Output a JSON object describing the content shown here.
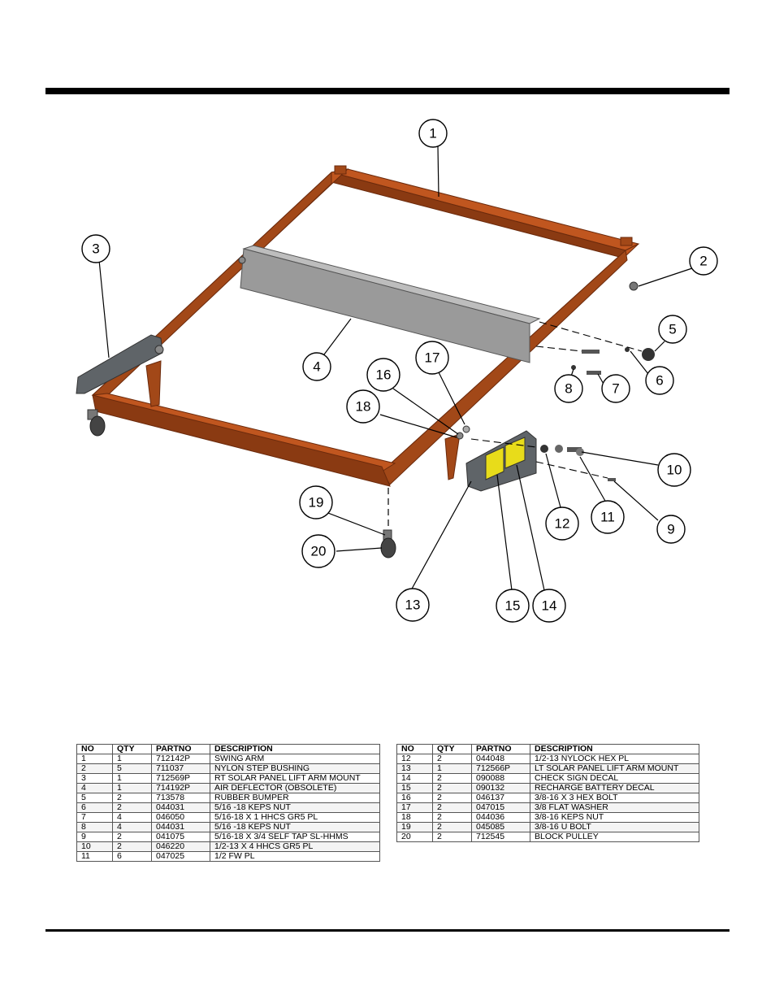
{
  "colors": {
    "frame": "#c0561f",
    "frame_dark": "#8a3a12",
    "deflector": "#9a9a9a",
    "mount": "#5f6468",
    "decal": "#e8dc1a"
  },
  "callouts": [
    "1",
    "2",
    "3",
    "4",
    "5",
    "6",
    "7",
    "8",
    "9",
    "10",
    "11",
    "12",
    "13",
    "14",
    "15",
    "16",
    "17",
    "18",
    "19",
    "20"
  ],
  "parts_table": {
    "headers": [
      "NO",
      "QTY",
      "PARTNO",
      "DESCRIPTION"
    ],
    "left_rows": [
      {
        "no": "1",
        "qty": "1",
        "partno": "712142P",
        "description": "SWING ARM"
      },
      {
        "no": "2",
        "qty": "5",
        "partno": "711037",
        "description": "NYLON STEP BUSHING"
      },
      {
        "no": "3",
        "qty": "1",
        "partno": "712569P",
        "description": "RT SOLAR PANEL LIFT ARM MOUNT"
      },
      {
        "no": "4",
        "qty": "1",
        "partno": "714192P",
        "description": "AIR DEFLECTOR (OBSOLETE)"
      },
      {
        "no": "5",
        "qty": "2",
        "partno": "713578",
        "description": "RUBBER BUMPER"
      },
      {
        "no": "6",
        "qty": "2",
        "partno": "044031",
        "description": "5/16 -18 KEPS NUT"
      },
      {
        "no": "7",
        "qty": "4",
        "partno": "046050",
        "description": "5/16-18 X 1 HHCS GR5 PL"
      },
      {
        "no": "8",
        "qty": "4",
        "partno": "044031",
        "description": "5/16 -18 KEPS NUT"
      },
      {
        "no": "9",
        "qty": "2",
        "partno": "041075",
        "description": "5/16-18 X 3/4 SELF TAP SL-HHMS"
      },
      {
        "no": "10",
        "qty": "2",
        "partno": "046220",
        "description": "1/2-13 X 4 HHCS GR5 PL"
      },
      {
        "no": "11",
        "qty": "6",
        "partno": "047025",
        "description": "1/2 FW PL"
      }
    ],
    "right_rows": [
      {
        "no": "12",
        "qty": "2",
        "partno": "044048",
        "description": "1/2-13 NYLOCK HEX PL"
      },
      {
        "no": "13",
        "qty": "1",
        "partno": "712566P",
        "description": "LT SOLAR PANEL LIFT ARM MOUNT"
      },
      {
        "no": "14",
        "qty": "2",
        "partno": "090088",
        "description": "CHECK SIGN DECAL"
      },
      {
        "no": "15",
        "qty": "2",
        "partno": "090132",
        "description": "RECHARGE BATTERY DECAL"
      },
      {
        "no": "16",
        "qty": "2",
        "partno": "046137",
        "description": "3/8-16 X 3 HEX BOLT"
      },
      {
        "no": "17",
        "qty": "2",
        "partno": "047015",
        "description": "3/8 FLAT WASHER"
      },
      {
        "no": "18",
        "qty": "2",
        "partno": "044036",
        "description": "3/8-16 KEPS NUT"
      },
      {
        "no": "19",
        "qty": "2",
        "partno": "045085",
        "description": "3/8-16 U BOLT"
      },
      {
        "no": "20",
        "qty": "2",
        "partno": "712545",
        "description": "BLOCK  PULLEY"
      }
    ]
  }
}
